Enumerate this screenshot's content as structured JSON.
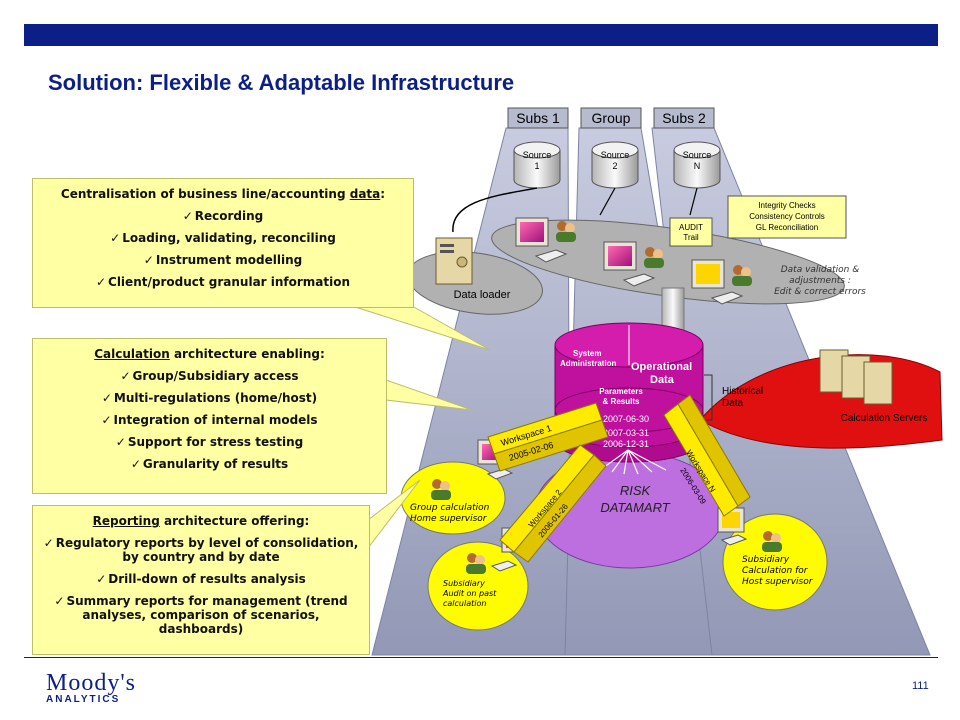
{
  "title": "Solution:  Flexible & Adaptable Infrastructure",
  "columns": [
    "Subs 1",
    "Group",
    "Subs 2"
  ],
  "sources": [
    {
      "l1": "Source",
      "l2": "1"
    },
    {
      "l1": "Source",
      "l2": "2"
    },
    {
      "l1": "Source",
      "l2": "N"
    }
  ],
  "boxes": {
    "centralisation": {
      "heading_pre": "Centralisation of business line/accounting ",
      "heading_u": "data",
      "heading_post": ":",
      "items": [
        "Recording",
        "Loading, validating, reconciling",
        "Instrument modelling",
        "Client/product granular information"
      ]
    },
    "calculation": {
      "heading_u": "Calculation",
      "heading_post": " architecture enabling:",
      "items": [
        "Group/Subsidiary access",
        "Multi-regulations (home/host)",
        "Integration of internal models",
        "Support for stress testing",
        "Granularity of results"
      ]
    },
    "reporting": {
      "heading_u": "Reporting",
      "heading_post": " architecture offering:",
      "items": [
        "Regulatory reports by level of consolidation, by country and by date",
        "Drill-down of results analysis",
        "Summary reports for management (trend analyses, comparison of scenarios, dashboards)"
      ]
    }
  },
  "labels": {
    "data_loader": "Data loader",
    "audit_trail_1": "AUDIT",
    "audit_trail_2": "Trail",
    "integrity_1": "Integrity Checks",
    "integrity_2": "Consistency Controls",
    "integrity_3": "GL Reconciliation",
    "validation_1": "Data validation &",
    "validation_2": "adjustments :",
    "validation_3": "Edit & correct errors",
    "sys_admin_1": "System",
    "sys_admin_2": "Administration",
    "op_data_1": "Operational",
    "op_data_2": "Data",
    "params_1": "Parameters",
    "params_2": "& Results",
    "date_1": "2007-06-30",
    "date_2": "2007-03-31",
    "date_3": "2006-12-31",
    "historical_1": "Historical",
    "historical_2": "Data",
    "calc_servers": "Calculation Servers",
    "risk_1": "RISK",
    "risk_2": "DATAMART",
    "ws1_name": "Workspace 1",
    "ws1_date": "2005-02-06",
    "ws2_name": "Workspace 2",
    "ws2_date": "2006-01-26",
    "wsn_name": "Workspace N",
    "wsn_date": "2006-03-09",
    "group_calc_1": "Group calculation",
    "group_calc_2": "Home supervisor",
    "sub_audit_1": "Subsidiary",
    "sub_audit_2": "Audit on past",
    "sub_audit_3": "calculation",
    "sub_calc_1": "Subsidiary",
    "sub_calc_2": "Calculation for",
    "sub_calc_3": "Host supervisor"
  },
  "footer": {
    "logo_main": "Moody's",
    "logo_sub": "ANALYTICS",
    "page": "111"
  },
  "colors": {
    "brand": "#0b1f86",
    "lane": "#a9aec4",
    "callout": "#ffffa3",
    "db": "#c0109e",
    "calc_red": "#e01010",
    "ellipse_yellow": "#fffb00"
  }
}
